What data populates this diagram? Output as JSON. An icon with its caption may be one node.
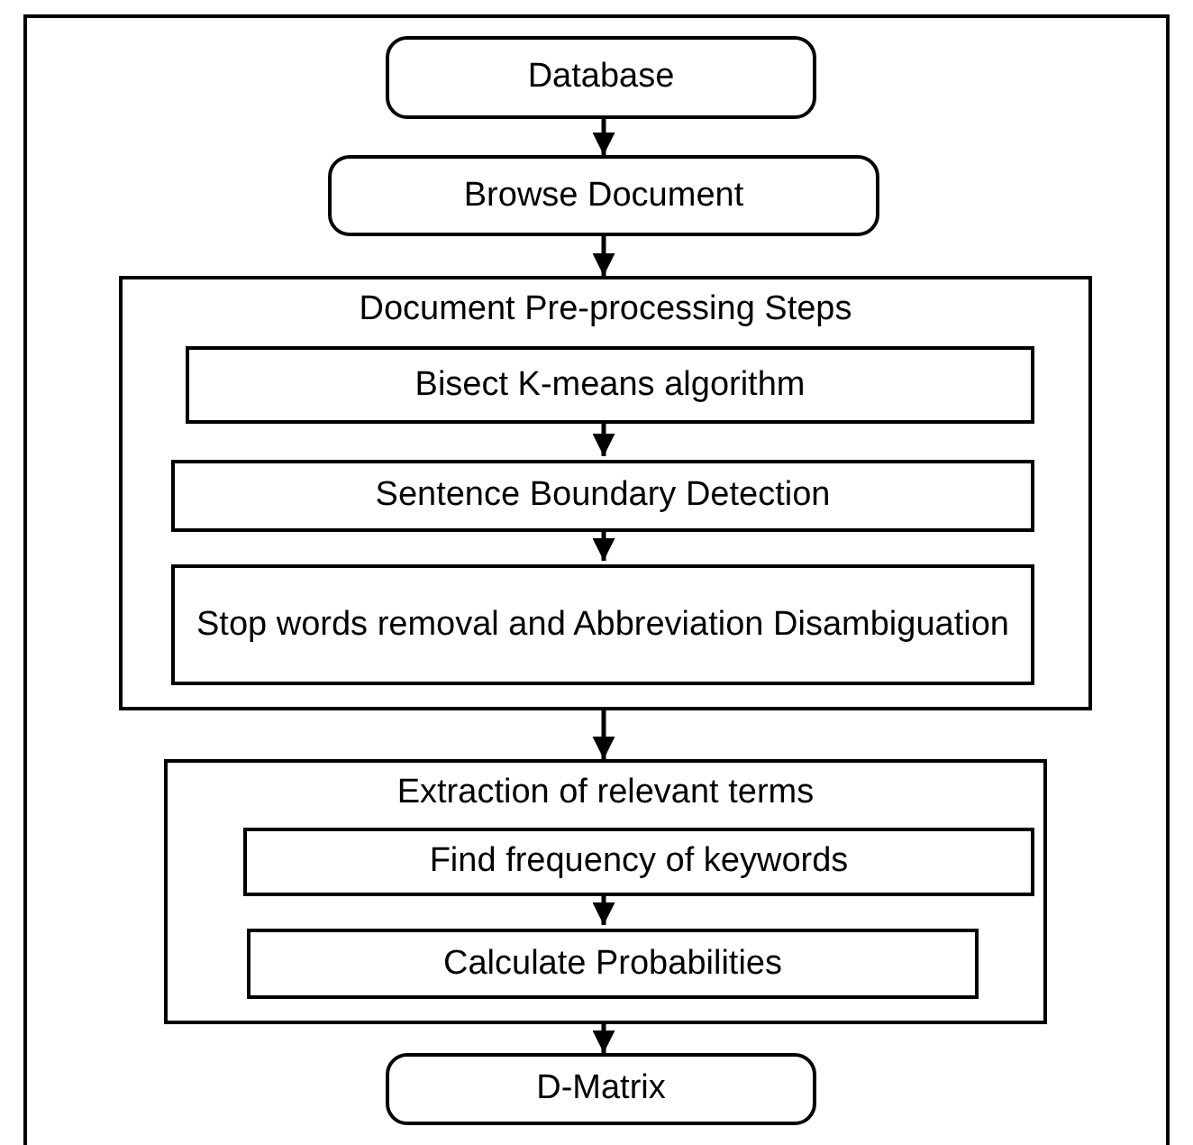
{
  "diagram": {
    "nodes": [
      {
        "text": [
          "Database"
        ]
      },
      {
        "text": [
          "Browse Document"
        ]
      },
      {
        "text": [
          "Document Pre-processing Steps"
        ]
      },
      {
        "text": [
          "Bisect K-means algorithm"
        ],
        "in": 2
      },
      {
        "text": [
          "Sentence Boundary Detection"
        ],
        "in": 2
      },
      {
        "text": [
          "Stop words removal and Abbreviation Disambiguation"
        ],
        "in": 2
      },
      {
        "text": [
          "Extraction of relevant terms"
        ]
      },
      {
        "text": [
          "Find frequency of keywords"
        ],
        "in": 6
      },
      {
        "text": [
          "Calculate Probabilities"
        ],
        "in": 6
      },
      {
        "text": [
          "D-Matrix"
        ]
      }
    ],
    "edges": [
      {
        "from": 0,
        "to": 1,
        "arrow": "to"
      },
      {
        "from": 1,
        "to": 2,
        "arrow": "to"
      },
      {
        "from": 3,
        "to": 4,
        "arrow": "to"
      },
      {
        "from": 4,
        "to": 5,
        "arrow": "to"
      },
      {
        "from": 2,
        "to": 6,
        "arrow": "to"
      },
      {
        "from": 7,
        "to": 8,
        "arrow": "to"
      },
      {
        "from": 6,
        "to": 9,
        "arrow": "to"
      }
    ]
  }
}
